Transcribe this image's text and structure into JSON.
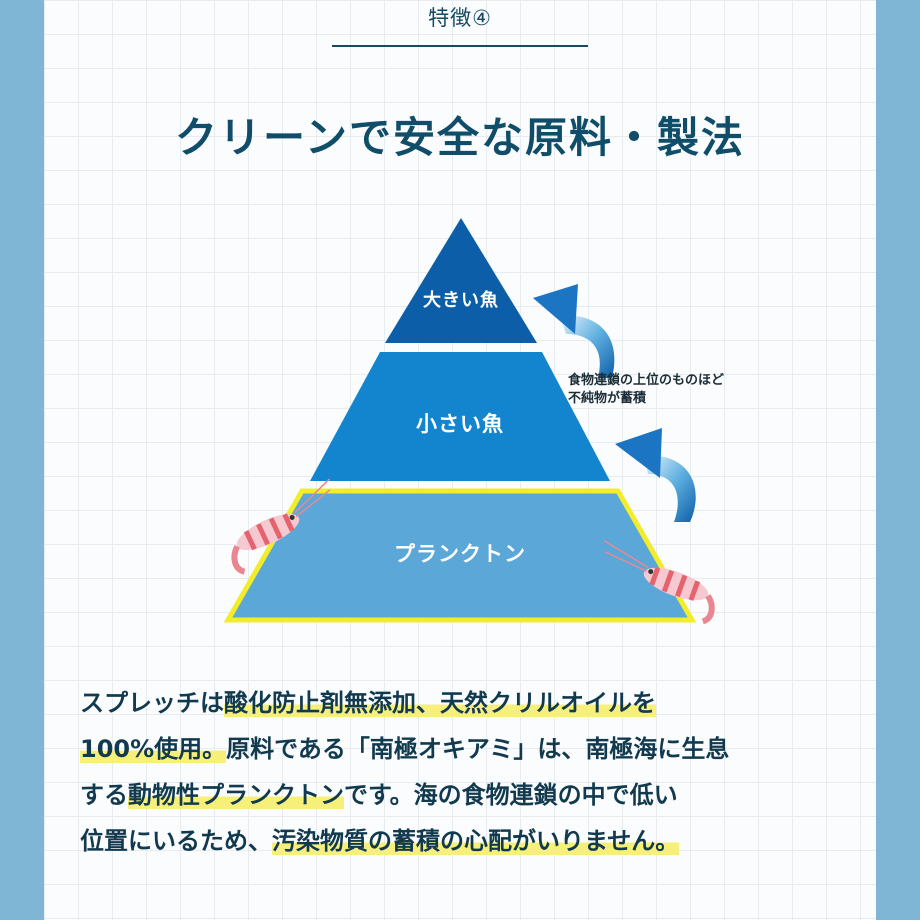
{
  "header": {
    "feature_label": "特徴④",
    "title": "クリーンで安全な原料・製法"
  },
  "pyramid": {
    "top": "大きい魚",
    "middle": "小さい魚",
    "bottom": "プランクトン"
  },
  "note": {
    "line1": "食物連鎖の上位のものほど",
    "line2": "不純物が蓄積"
  },
  "body": {
    "l1a": "スプレッチは",
    "l1b": "酸化防止剤無添加、天然クリルオイルを",
    "l2a": "100%使用。",
    "l2b": "原料である「南極オキアミ」は、南極海に生息",
    "l3a": "する",
    "l3b": "動物性プランクトン",
    "l3c": "です。海の食物連鎖の中で低い",
    "l4a": "位置にいるため、",
    "l4b": "汚染物質の蓄積の心配がいりません。"
  },
  "colors": {
    "top_tier": "#0d5ea8",
    "middle_tier": "#1385cf",
    "bottom_tier": "#5ba7d8",
    "bottom_outline": "#f2ec2a",
    "title": "#0f4d68",
    "highlight": "#f6f07a"
  }
}
